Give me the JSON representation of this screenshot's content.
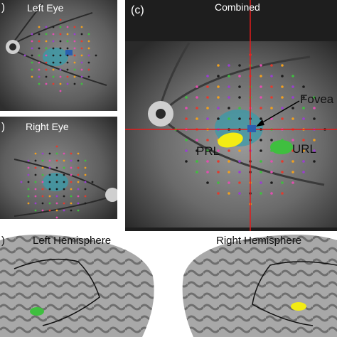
{
  "panels": {
    "left_eye": {
      "letter": ")",
      "title": "Left Eye"
    },
    "right_eye": {
      "letter": ")",
      "title": "Right Eye"
    },
    "combined": {
      "letter": "(c)",
      "title": "Combined"
    }
  },
  "annotations": {
    "fovea": "Fovea",
    "prl": "PRL",
    "url": "URL"
  },
  "hemispheres": {
    "left": "Left Hemisphere",
    "right": "Right Hemisphere",
    "letter": ")"
  },
  "colors": {
    "prl": "#f3ec14",
    "url": "#3fbf3f",
    "crosshair": "#e21b1b",
    "fovea_marker": "#2a5fb0",
    "scotoma": "#3a9aa8"
  }
}
